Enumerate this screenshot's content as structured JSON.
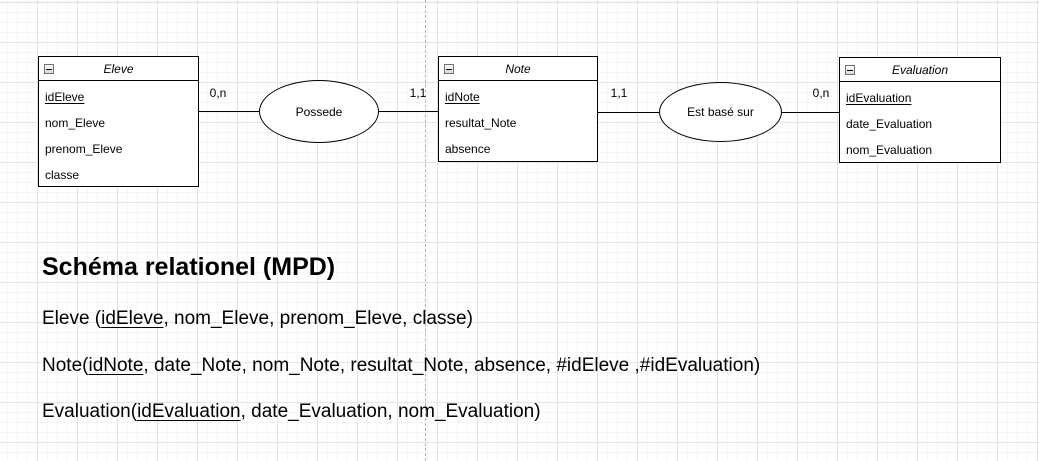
{
  "diagram": {
    "entities": [
      {
        "title": "Eleve",
        "attributes": [
          "idEleve",
          "nom_Eleve",
          "prenom_Eleve",
          "classe"
        ]
      },
      {
        "title": "Note",
        "attributes": [
          "idNote",
          "resultat_Note",
          "absence"
        ]
      },
      {
        "title": "Evaluation",
        "attributes": [
          "idEvaluation",
          "date_Evaluation",
          "nom_Evaluation"
        ]
      }
    ],
    "relationships": [
      {
        "label": "Possede"
      },
      {
        "label": "Est basé sur"
      }
    ],
    "cardinalities": [
      "0,n",
      "1,1",
      "1,1",
      "0,n"
    ]
  },
  "schema_section": {
    "heading": "Schéma relationel (MPD)",
    "lines": [
      {
        "prefix": "Eleve (",
        "key": "idEleve",
        "rest": ", nom_Eleve, prenom_Eleve, classe)"
      },
      {
        "prefix": "Note(",
        "key": "idNote",
        "rest": ", date_Note, nom_Note, resultat_Note, absence, #idEleve ,#idEvaluation)"
      },
      {
        "prefix": "Evaluation(",
        "key": "idEvaluation",
        "rest": ", date_Evaluation, nom_Evaluation)"
      }
    ]
  },
  "colors": {
    "shape_stroke": "#000000",
    "shape_fill": "#ffffff",
    "grid_major": "#e4e4e4",
    "grid_minor": "#f6f4f5",
    "page_break": "#b3b3b3"
  }
}
